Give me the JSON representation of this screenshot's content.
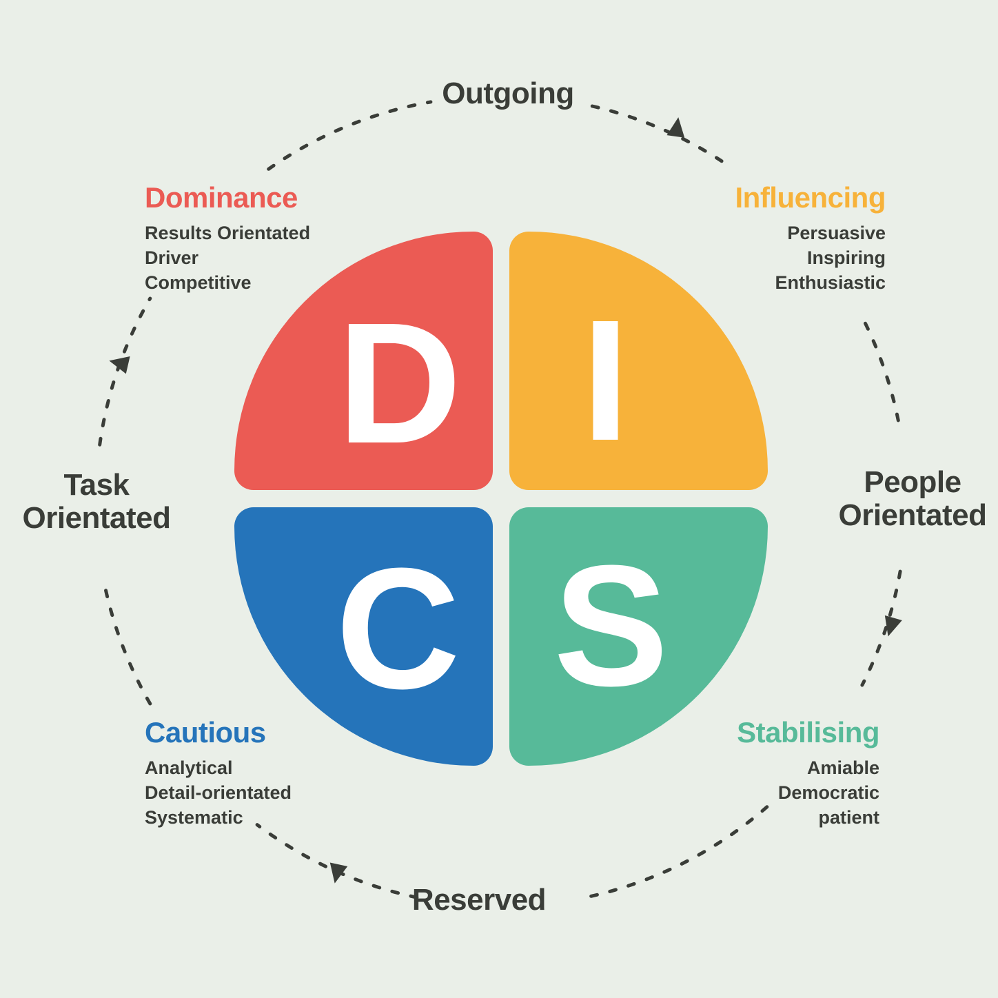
{
  "palette": {
    "background": "#eaefe8",
    "ink": "#3a3d38",
    "red": "#eb5b54",
    "yellow": "#f7b23a",
    "blue": "#2574ba",
    "green": "#57ba99"
  },
  "quadrants": [
    {
      "key": "dominance",
      "letter": "D",
      "title": "Dominance",
      "traits": [
        "Results Orientated",
        "Driver",
        "Competitive"
      ]
    },
    {
      "key": "influencing",
      "letter": "I",
      "title": "Influencing",
      "traits": [
        "Persuasive",
        "Inspiring",
        "Enthusiastic"
      ]
    },
    {
      "key": "cautious",
      "letter": "C",
      "title": "Cautious",
      "traits": [
        "Analytical",
        "Detail-orientated",
        "Systematic"
      ]
    },
    {
      "key": "stabilising",
      "letter": "S",
      "title": "Stabilising",
      "traits": [
        "Amiable",
        "Democratic",
        "patient"
      ]
    }
  ],
  "axes": {
    "top": "Outgoing",
    "right_line1": "People",
    "right_line2": "Orientated",
    "bottom": "Reserved",
    "left_line1": "Task",
    "left_line2": "Orientated"
  }
}
